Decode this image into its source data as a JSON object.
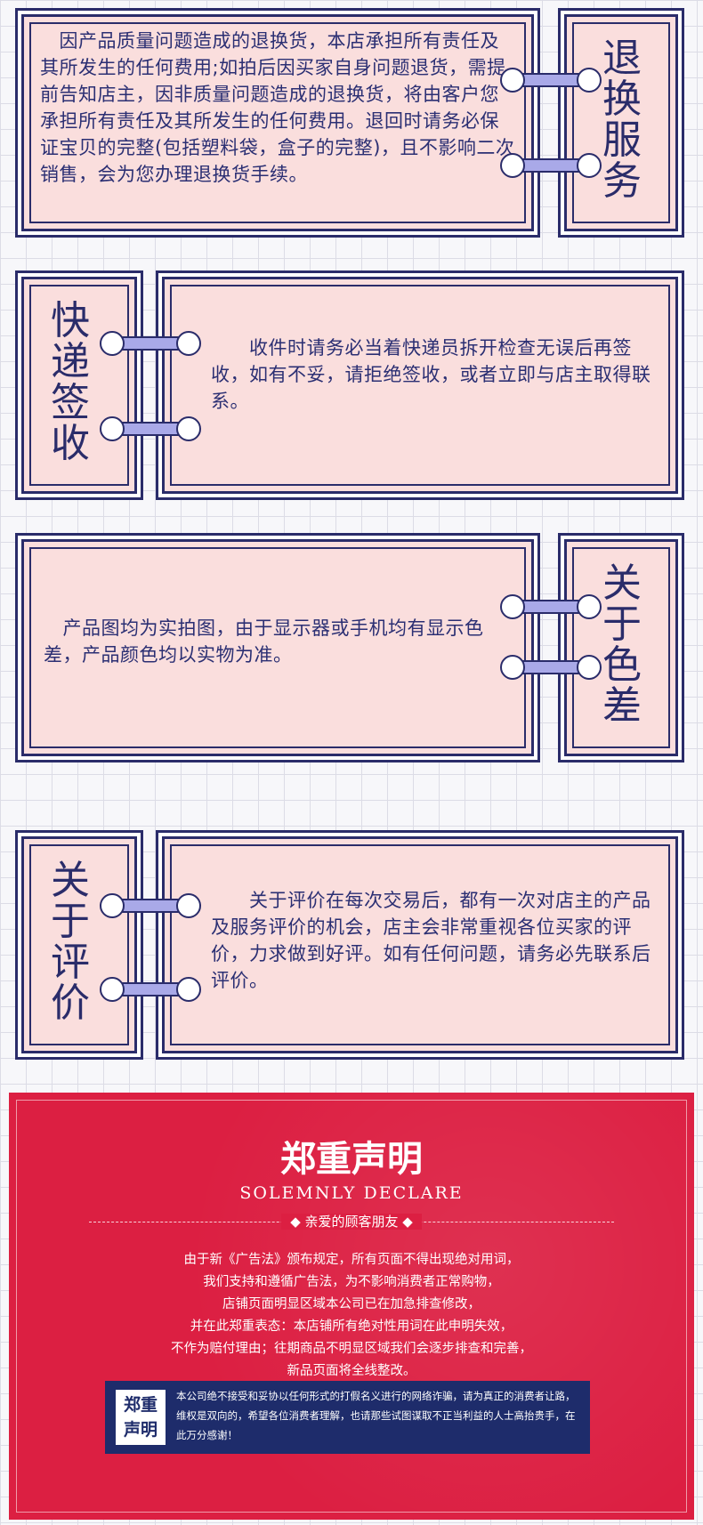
{
  "colors": {
    "navy": "#2a2c6a",
    "card_pink": "#fadedd",
    "ring_fill": "#a9a9e8",
    "panel_red": "#dc1f42",
    "notice_navy": "#1e2c6b"
  },
  "sections": [
    {
      "title": "退换服务",
      "text": "　因产品质量问题造成的退换货，本店承担所有责任及其所发生的任何费用;如拍后因买家自身问题退货，需提前告知店主，因非质量问题造成的退换货，将由客户您承担所有责任及其所发生的任何费用。退回时请务必保证宝贝的完整(包括塑料袋，盒子的完整)，且不影响二次销售，会为您办理退换货手续。"
    },
    {
      "title": "快递签收",
      "text": "　　收件时请务必当着快递员拆开检查无误后再签收，如有不妥，请拒绝签收，或者立即与店主取得联系。"
    },
    {
      "title": "关于色差",
      "text": "　产品图均为实拍图，由于显示器或手机均有显示色差，产品颜色均以实物为准。"
    },
    {
      "title": "关于评价",
      "text": "　　关于评价在每次交易后，都有一次对店主的产品及服务评价的机会，店主会非常重视各位买家的评价，力求做到好评。如有任何问题，请务必先联系后评价。"
    }
  ],
  "declaration": {
    "title": "郑重声明",
    "subtitle": "SOLEMNLY DECLARE",
    "greeting": "◆ 亲爱的顾客朋友 ◆",
    "body": "由于新《广告法》颁布规定，所有页面不得出现绝对用词，\n我们支持和遵循广告法，为不影响消费者正常购物，\n店铺页面明显区域本公司已在加急排查修改，\n并在此郑重表态：本店铺所有绝对性用词在此申明失效，\n不作为赔付理由；往期商品不明显区域我们会逐步排查和完善，\n新品页面将全线整改。",
    "badge_line1": "郑重",
    "badge_line2": "声明",
    "notice": "本公司绝不接受和妥协以任何形式的打假名义进行的网络诈骗，请为真正的消费者让路，维权是双向的，希望各位消费者理解，也请那些试图谋取不正当利益的人士高抬贵手，在此万分感谢！"
  }
}
